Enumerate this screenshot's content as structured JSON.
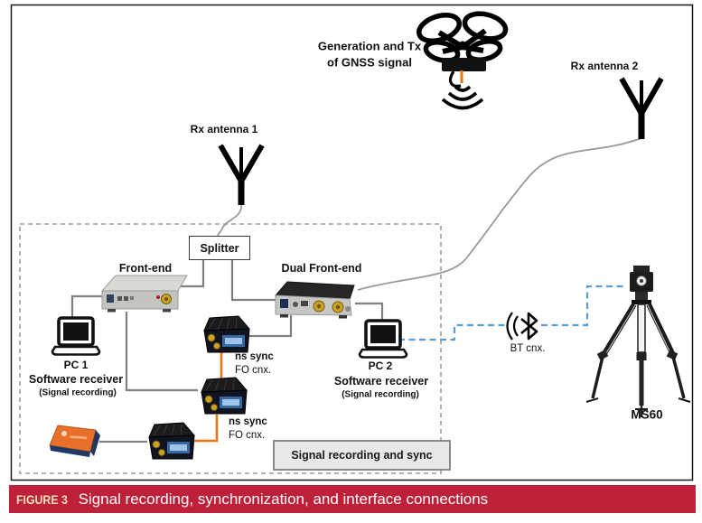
{
  "diagram": {
    "drone_label_line1": "Generation and Tx",
    "drone_label_line2": "of GNSS signal",
    "rx_antenna_1": "Rx antenna 1",
    "rx_antenna_2": "Rx antenna 2",
    "splitter": "Splitter",
    "front_end": "Front-end",
    "dual_front_end": "Dual Front-end",
    "pc1": {
      "title": "PC 1",
      "line1": "Software receiver",
      "line2": "(Signal recording)"
    },
    "pc2": {
      "title": "PC 2",
      "line1": "Software receiver",
      "line2": "(Signal recording)"
    },
    "sync_link_1": {
      "line1": "ns sync",
      "line2": "FO cnx."
    },
    "sync_link_2": {
      "line1": "ns sync",
      "line2": "FO cnx."
    },
    "bt_label": "BT cnx.",
    "ms60_label": "MS60",
    "recording_box": "Signal recording and sync"
  },
  "caption": {
    "label": "FIGURE 3",
    "text": "Signal recording, synchronization, and interface connections"
  },
  "colors": {
    "caption_bar": "#BE2039",
    "caption_label_text": "#F1E0BC",
    "fiber_orange": "#E8751A",
    "bluetooth_blue": "#5B9BD5",
    "connector_gray": "#7F7F7F"
  }
}
